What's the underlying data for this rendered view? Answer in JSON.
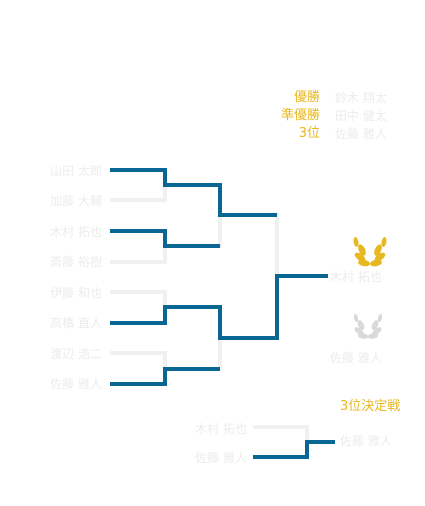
{
  "legend": {
    "labels": [
      "優勝",
      "準優勝",
      "3位"
    ],
    "names": [
      "鈴木 翔太",
      "田中 健太",
      "佐藤 雅人"
    ]
  },
  "players": [
    "山田 太郎",
    "加藤 大輔",
    "木村 拓也",
    "斎藤 裕樹",
    "伊藤 和也",
    "高橋 直人",
    "渡辺 浩二",
    "佐藤 雅人"
  ],
  "third_place": {
    "title": "3位決定戦",
    "players": [
      "木村 拓也",
      "佐藤 雅人"
    ],
    "winner": "佐藤 雅人"
  },
  "final": {
    "champion": "木村 拓也",
    "runner_up": "佐藤 雅人"
  },
  "icons": {
    "gold": "gold-laurel-icon",
    "silver": "silver-laurel-icon"
  },
  "colors": {
    "accent": "#0a6794",
    "faint": "#f0f0f0",
    "gold": "#e8b820",
    "silver": "#d9d9d9"
  }
}
